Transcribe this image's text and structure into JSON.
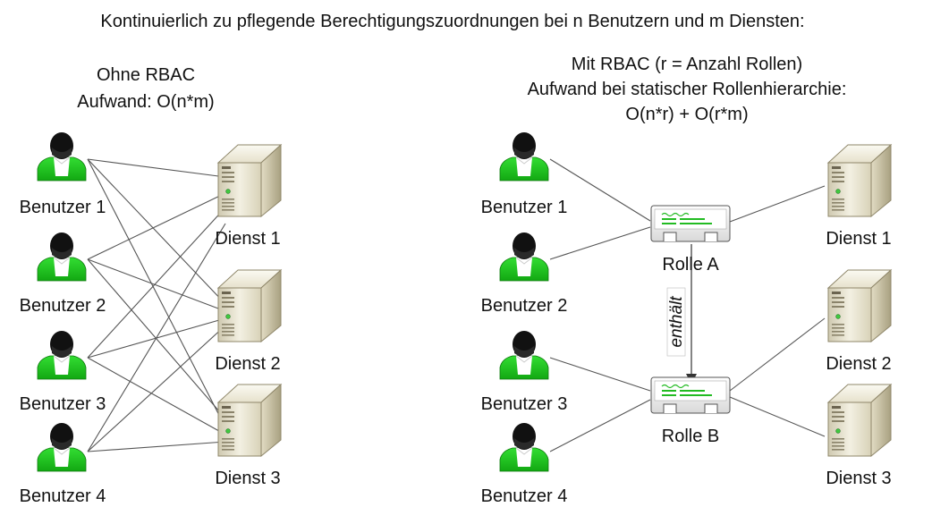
{
  "title": "Kontinuierlich zu pflegende Berechtigungszuordnungen bei n Benutzern und m Diensten:",
  "left": {
    "heading": [
      "Ohne RBAC",
      "Aufwand: O(n*m)"
    ],
    "users": [
      "Benutzer 1",
      "Benutzer 2",
      "Benutzer 3",
      "Benutzer 4"
    ],
    "services": [
      "Dienst 1",
      "Dienst 2",
      "Dienst 3"
    ]
  },
  "right": {
    "heading": [
      "Mit RBAC (r = Anzahl Rollen)",
      "Aufwand bei statischer Rollenhierarchie:",
      "O(n*r) + O(r*m)"
    ],
    "users": [
      "Benutzer 1",
      "Benutzer 2",
      "Benutzer 3",
      "Benutzer 4"
    ],
    "roles": [
      "Rolle A",
      "Rolle B"
    ],
    "services": [
      "Dienst 1",
      "Dienst 2",
      "Dienst 3"
    ],
    "hierarchy_label": "enthält"
  },
  "icons": {
    "user": "user-icon",
    "service": "server-icon",
    "role": "role-card-icon"
  },
  "colors": {
    "user_body": "#22cc22",
    "role_lines": "#22bb22",
    "edge": "#555555"
  }
}
